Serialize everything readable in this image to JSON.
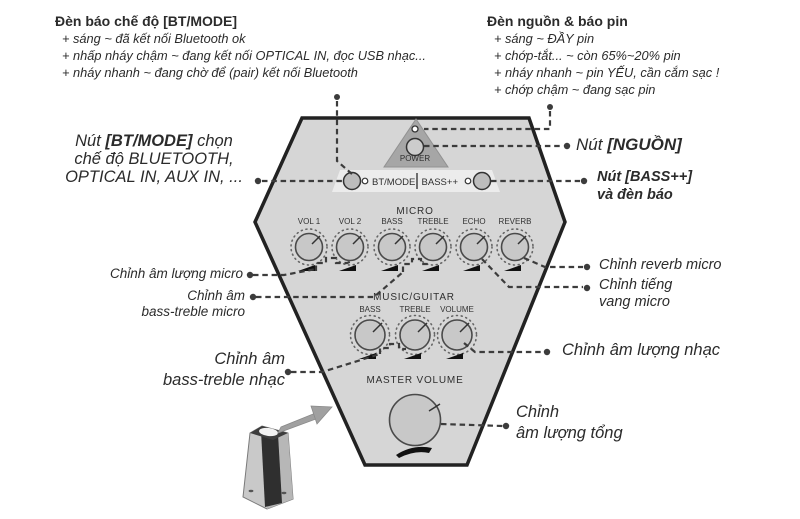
{
  "colors": {
    "panel_fill": "#d6d6d6",
    "panel_stroke": "#222222",
    "power_triangle": "#a6a6a6",
    "button_strip": "#ececec",
    "knob_fill": "#c8c8c8",
    "line_color": "#3c3c3c",
    "arrow_gray": "#a0a0a0"
  },
  "notes": {
    "top_left": {
      "title": "Đèn báo chế độ [BT/MODE]",
      "lines": [
        "+ sáng ~ đã kết nối Bluetooth ok",
        "+ nhấp nháy chậm ~ đang kết nối OPTICAL IN, đọc USB nhạc...",
        "+ nháy nhanh ~ đang chờ để (pair) kết nối Bluetooth"
      ]
    },
    "top_right": {
      "title": "Đèn nguồn & báo pin",
      "lines": [
        "+ sáng ~ ĐẦY pin",
        "+ chớp-tắt... ~ còn 65%~20% pin",
        "+ nháy nhanh ~ pin YẾU, cần cắm sạc !",
        "+ chớp chậm ~ đang sạc pin"
      ]
    },
    "bt_mode": {
      "line1_pre": "Nút ",
      "line1_bold": "[BT/MODE]",
      "line1_post": " chọn",
      "line2": "chế độ BLUETOOTH,",
      "line3": "OPTICAL IN, AUX IN, ..."
    },
    "power": {
      "pre": "Nút ",
      "bold": "[NGUỒN]"
    },
    "bass_plus": {
      "line1": "Nút [BASS++]",
      "line2": "và đèn báo"
    }
  },
  "panel": {
    "power_label": "POWER",
    "btmode_label": "BT/MODE",
    "bassplus_label": "BASS++",
    "micro": {
      "title": "MICRO",
      "knobs": [
        "VOL 1",
        "VOL 2",
        "BASS",
        "TREBLE",
        "ECHO",
        "REVERB"
      ]
    },
    "music": {
      "title": "MUSIC/GUITAR",
      "knobs": [
        "BASS",
        "TREBLE",
        "VOLUME"
      ]
    },
    "master_label": "MASTER VOLUME"
  },
  "annotations": {
    "mic_volume": "Chỉnh âm lượng micro",
    "mic_tone_1": "Chỉnh âm",
    "mic_tone_2": "bass-treble micro",
    "reverb": "Chỉnh reverb micro",
    "echo_1": "Chỉnh tiếng",
    "echo_2": "vang micro",
    "music_tone_1": "Chỉnh âm",
    "music_tone_2": "bass-treble nhạc",
    "music_volume": "Chỉnh âm lượng nhạc",
    "master_1": "Chỉnh",
    "master_2": "âm lượng tổng"
  }
}
